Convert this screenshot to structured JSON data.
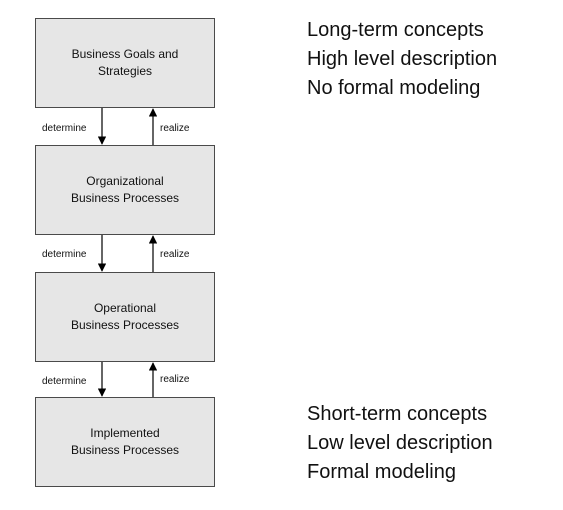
{
  "levels": [
    {
      "label": "Business Goals and\nStrategies"
    },
    {
      "label": "Organizational\nBusiness Processes"
    },
    {
      "label": "Operational\nBusiness Processes"
    },
    {
      "label": "Implemented\nBusiness Processes"
    }
  ],
  "connectors": [
    {
      "down_label": "determine",
      "up_label": "realize"
    },
    {
      "down_label": "determine",
      "up_label": "realize"
    },
    {
      "down_label": "determine",
      "up_label": "realize"
    }
  ],
  "notes": {
    "top": [
      "Long-term concepts",
      "High level description",
      "No formal modeling"
    ],
    "bottom": [
      "Short-term concepts",
      "Low level description",
      "Formal modeling"
    ]
  }
}
